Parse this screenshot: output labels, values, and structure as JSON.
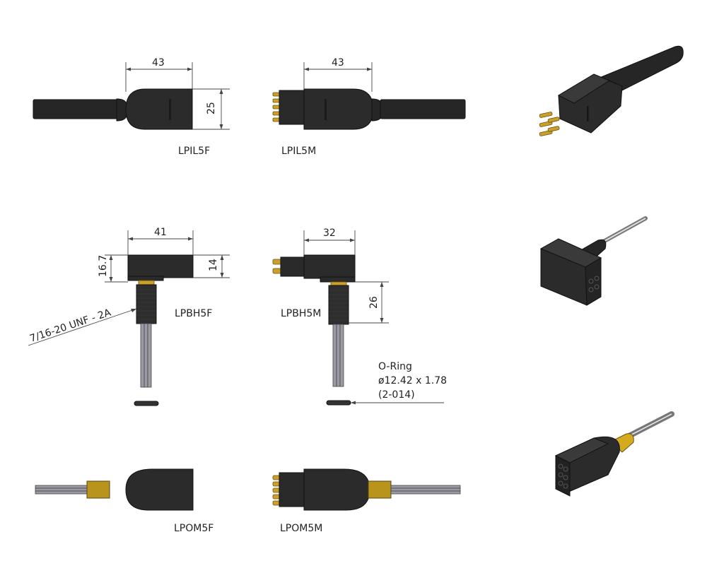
{
  "diagram": {
    "colors": {
      "background": "#ffffff",
      "connector_body": "#2b2b2b",
      "gold_pin": "#c9a02a",
      "brass_sleeve": "#b8941c",
      "wire": "#9a9aa4",
      "dimension_line": "#444444"
    },
    "rows": [
      {
        "left": {
          "part": "LPIL5F",
          "dims": {
            "length": "43",
            "height": "25"
          }
        },
        "right": {
          "part": "LPIL5M",
          "dims": {
            "length": "43"
          }
        },
        "iso_view": "lpil-cable-connector-3d"
      },
      {
        "left": {
          "part": "LPBH5F",
          "dims": {
            "width": "41",
            "overall_height": "16.7",
            "body_height": "14"
          },
          "thread": "7/16-20 UNF - 2A"
        },
        "right": {
          "part": "LPBH5M",
          "dims": {
            "width": "32",
            "thread_length": "26"
          },
          "oring": {
            "title": "O-Ring",
            "size": "ø12.42 x 1.78",
            "code": "(2-014)"
          }
        },
        "iso_view": "lpbh-bulkhead-connector-3d"
      },
      {
        "left": {
          "part": "LPOM5F"
        },
        "right": {
          "part": "LPOM5M"
        },
        "iso_view": "lpom-overmold-connector-3d"
      }
    ]
  }
}
